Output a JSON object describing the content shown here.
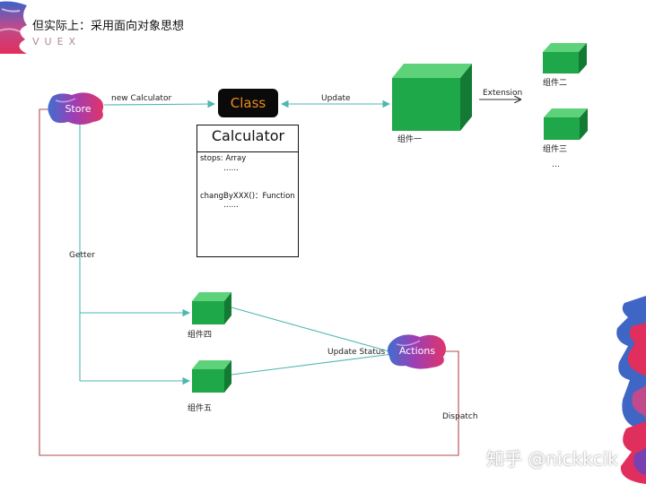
{
  "header": {
    "title": "但实际上：采用面向对象思想",
    "subtitle": "VUEX"
  },
  "store": {
    "label": "Store"
  },
  "actions": {
    "label": "Actions"
  },
  "class_badge": {
    "label": "Class"
  },
  "calculator": {
    "title": "Calculator",
    "line1": "stops: Array",
    "dots1": "……",
    "line2": "changByXXX()：Function",
    "dots2": "……"
  },
  "edges": {
    "new_calculator": "new Calculator",
    "update": "Update",
    "extension": "Extension",
    "getter": "Getter",
    "update_status": "Update Status",
    "dispatch": "Dispatch"
  },
  "components": {
    "c1": "组件一",
    "c2": "组件二",
    "c3": "组件三",
    "c3_more": "…",
    "c4": "组件四",
    "c5": "组件五"
  },
  "watermark": {
    "text": "知乎 @nickkcik"
  },
  "colors": {
    "teal_line": "#4fb6b0",
    "red_line": "#b04a4a",
    "cube_front": "#1fa84a",
    "cube_top": "#5ed27a",
    "cube_side": "#137a33",
    "class_bg": "#0a0a0a",
    "class_text": "#f08a1c"
  }
}
